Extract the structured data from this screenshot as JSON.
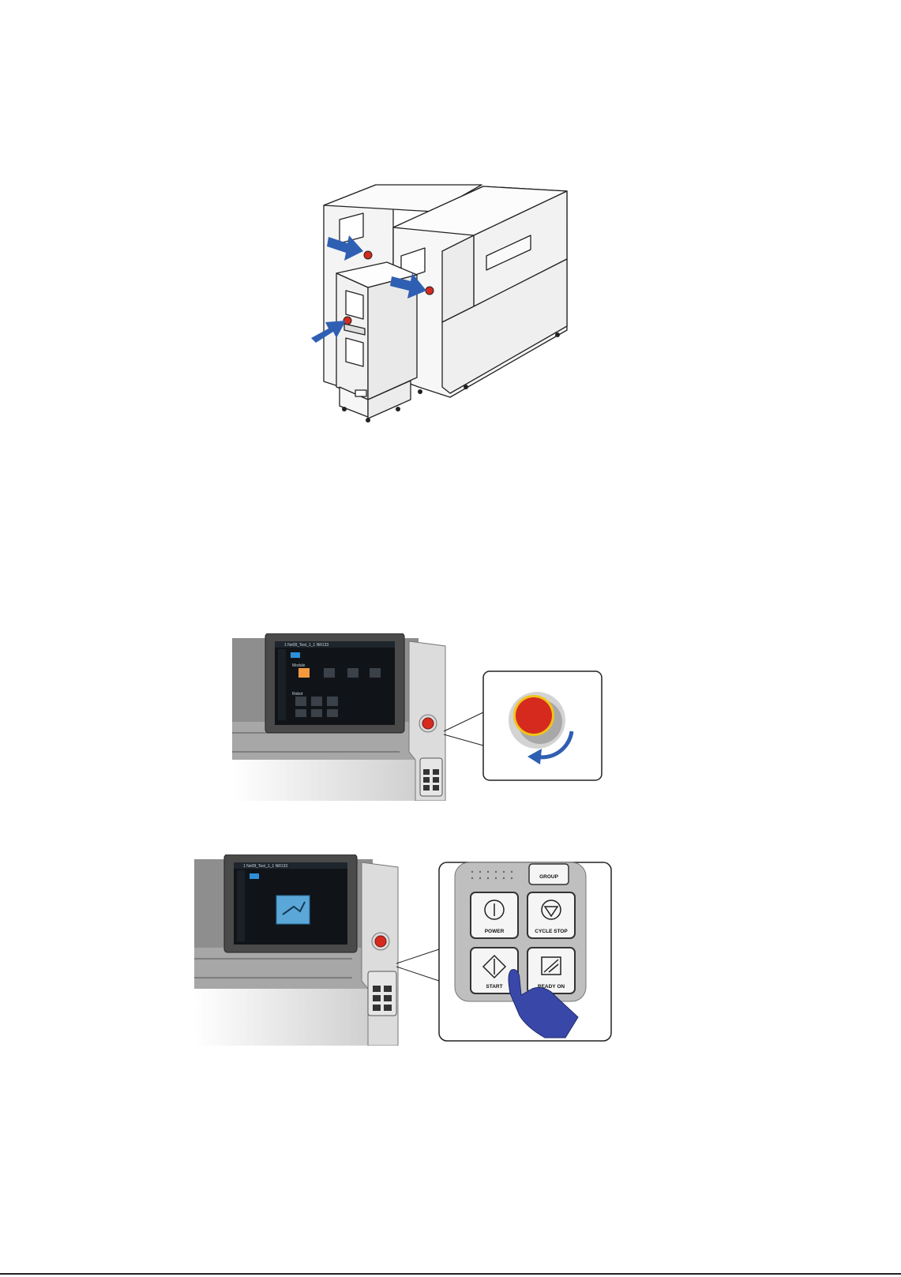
{
  "figure2": {
    "screen": {
      "title_bar": "1  Ne08_Test_1_1  NR133",
      "section_module": "Module",
      "section_robot": "Robot"
    },
    "callout": {
      "icon": "emergency-stop-release-arrow-icon"
    }
  },
  "figure3": {
    "screen": {
      "title_bar": "1  Ne08_Test_1_1  NR133"
    },
    "panel": {
      "group_label": "GROUP",
      "power_label": "POWER",
      "cycle_stop_label": "CYCLE STOP",
      "start_label": "START",
      "ready_on_label": "READY ON"
    }
  },
  "colors": {
    "arrow_blue": "#2f5fb3",
    "estop_red": "#d62a1f",
    "estop_ring": "#f0c419",
    "hand_blue": "#3948a8",
    "screen_bg": "#101418",
    "accent_blue": "#2e8fd8",
    "module_orange": "#f39a3c"
  }
}
